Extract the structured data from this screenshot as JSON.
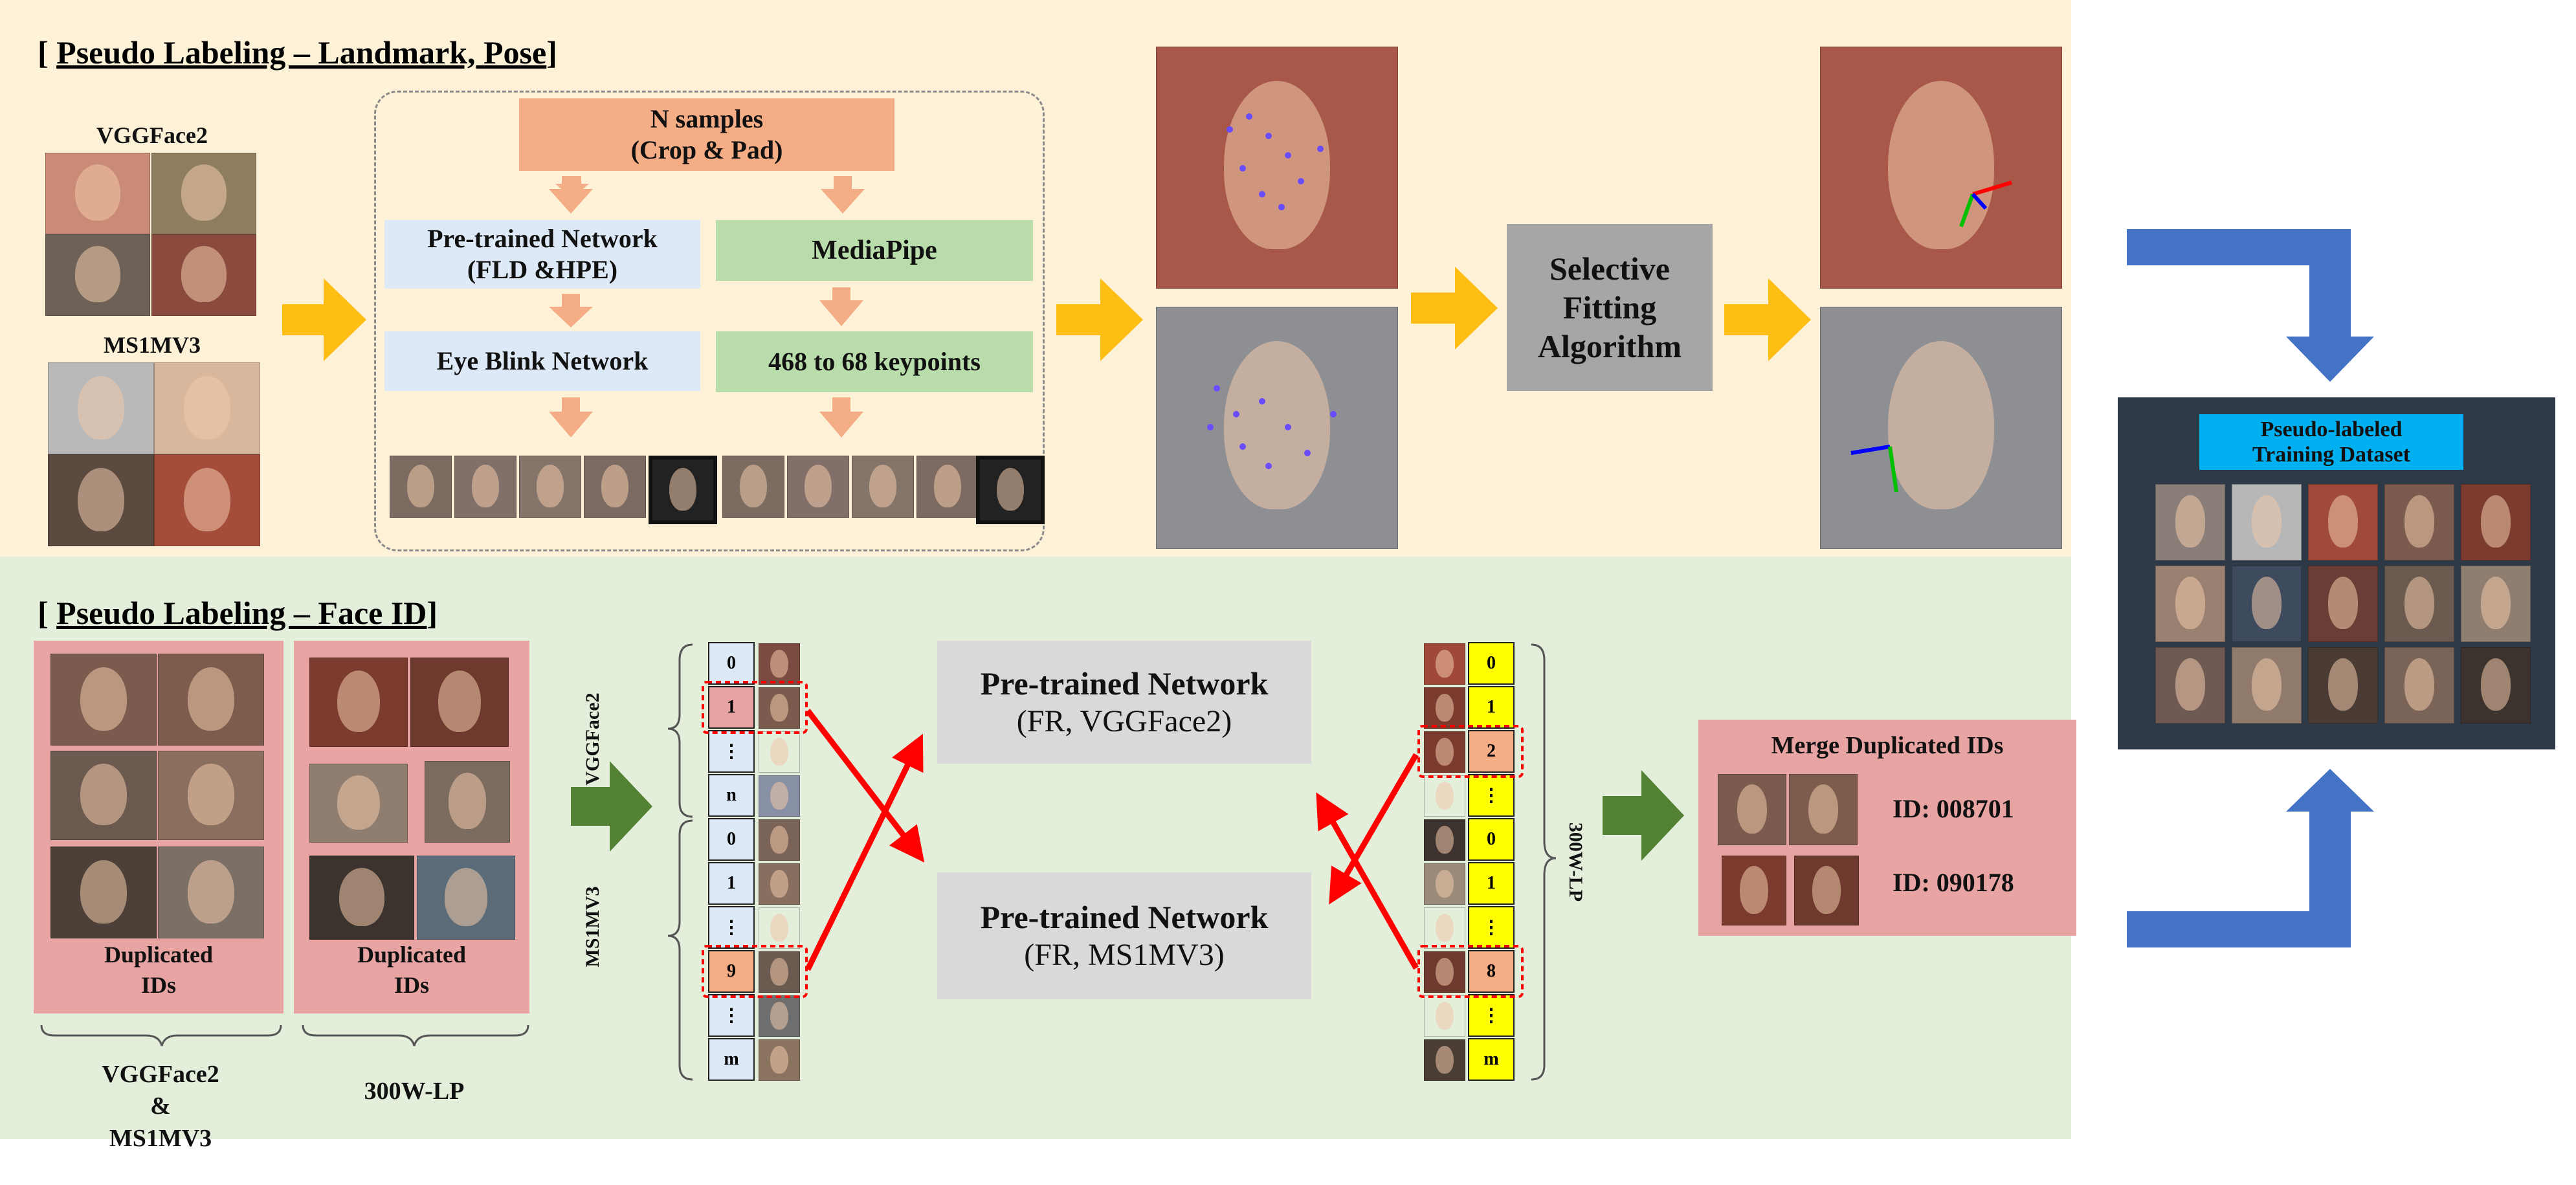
{
  "top_panel": {
    "title_prefix": "[ ",
    "title_text": "Pseudo Labeling – Landmark, Pose",
    "title_suffix": "]",
    "vggface2_label": "VGGFace2",
    "ms1mv3_label": "MS1MV3",
    "n_samples_line1": "N samples",
    "n_samples_line2": "(Crop & Pad)",
    "pretrained_line1": "Pre-trained Network",
    "pretrained_line2": "(FLD &HPE)",
    "mediapipe": "MediaPipe",
    "eye_blink": "Eye Blink Network",
    "keypoints": "468 to 68 keypoints",
    "selective_line1": "Selective",
    "selective_line2": "Fitting",
    "selective_line3": "Algorithm"
  },
  "bottom_panel": {
    "title_prefix": "[ ",
    "title_text": "Pseudo Labeling – Face ID",
    "title_suffix": "]",
    "dup_left_line1": "Duplicated",
    "dup_left_line2": "IDs",
    "dup_right_line1": "Duplicated",
    "dup_right_line2": "IDs",
    "bracket_left_line1": "VGGFace2",
    "bracket_left_line2": "&",
    "bracket_left_line3": "MS1MV3",
    "bracket_right": "300W-LP",
    "vgg_vertical": "VGGFace2",
    "ms1_vertical": "MS1MV3",
    "lp_vertical": "300W-LP",
    "fr_vgg_title": "Pre-trained Network",
    "fr_vgg_sub": "(FR, VGGFace2)",
    "fr_ms1_title": "Pre-trained Network",
    "fr_ms1_sub": "(FR, MS1MV3)",
    "merge_title": "Merge Duplicated IDs",
    "id1": "ID: 008701",
    "id2": "ID: 090178",
    "left_column": [
      "0",
      "1",
      "⋮",
      "n",
      "0",
      "1",
      "⋮",
      "9",
      "⋮",
      "m"
    ],
    "right_column": [
      "0",
      "1",
      "2",
      "⋮",
      "0",
      "1",
      "⋮",
      "8",
      "⋮",
      "m"
    ]
  },
  "dataset": {
    "title_line1": "Pseudo-labeled",
    "title_line2": "Training Dataset"
  },
  "colors": {
    "top_panel_bg": "#fdf2d8",
    "bottom_panel_bg": "#e3eedb",
    "orange_box": "#f5ad86",
    "blue_box": "#dde9f6",
    "green_box": "#b9dcab",
    "gray_box": "#a6a6a6",
    "pink_box": "#e8a3a3",
    "yellow_cell": "#ffff00",
    "gold_arrow": "#ffbe13",
    "green_arrow": "#548235",
    "blue_arrow": "#4472c4",
    "red_arrow": "#ff0000",
    "dataset_bg": "#2e3948",
    "dataset_title_bg": "#00b0f0"
  }
}
